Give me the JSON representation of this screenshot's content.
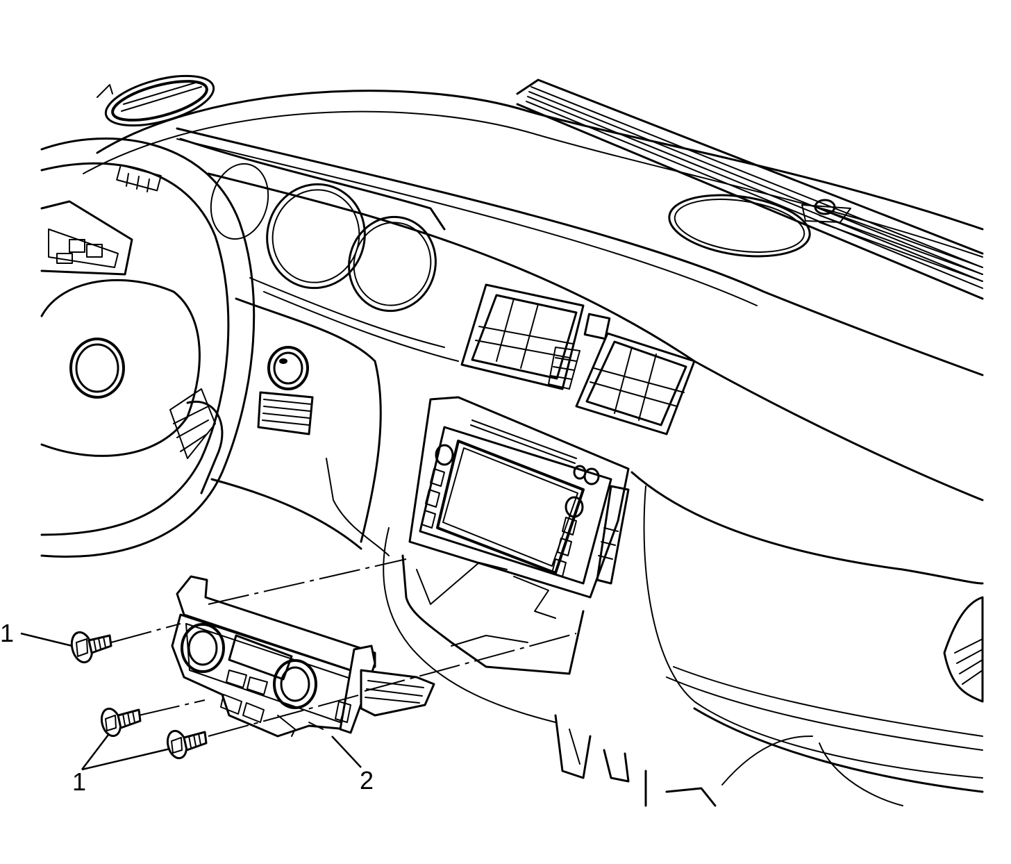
{
  "callouts": [
    {
      "id": "screw-left",
      "label": "1"
    },
    {
      "id": "screws-bottom",
      "label": "1"
    },
    {
      "id": "control-module",
      "label": "2"
    }
  ]
}
